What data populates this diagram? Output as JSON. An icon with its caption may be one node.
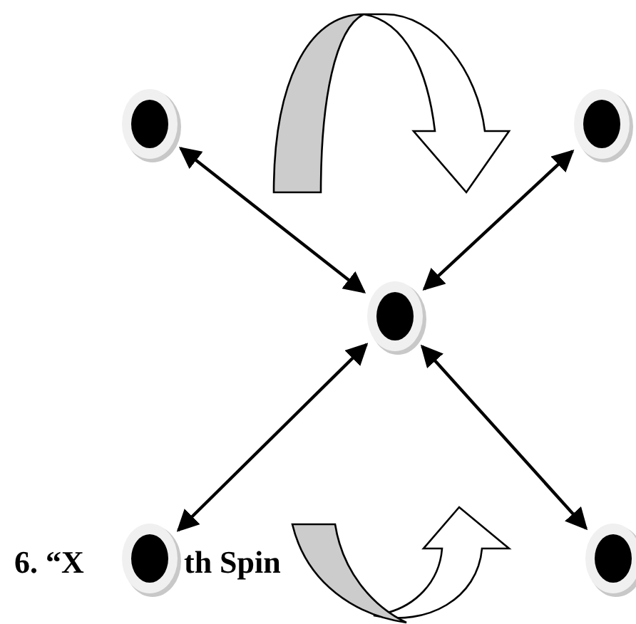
{
  "diagram": {
    "nodes": [
      {
        "text": [],
        "shape": "circle"
      },
      {
        "text": [],
        "shape": "circle"
      },
      {
        "text": [],
        "shape": "circle"
      },
      {
        "text": [],
        "shape": "circle"
      },
      {
        "text": [],
        "shape": "circle"
      }
    ],
    "edges": [
      {
        "from": 2,
        "to": 0,
        "arrow": "both"
      },
      {
        "from": 2,
        "to": 1,
        "arrow": "both"
      },
      {
        "from": 2,
        "to": 3,
        "arrow": "both"
      },
      {
        "from": 2,
        "to": 4,
        "arrow": "both"
      }
    ],
    "labels": [
      "6. “X",
      "th Spin"
    ]
  }
}
